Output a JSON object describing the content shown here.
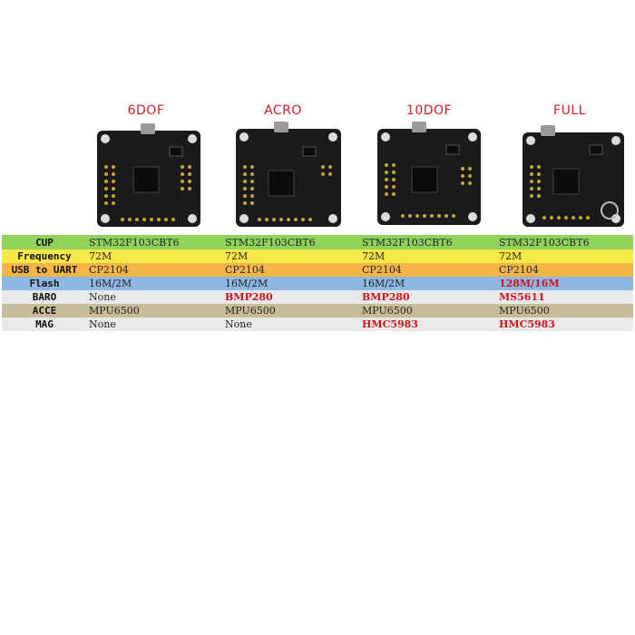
{
  "variants": [
    "6DOF",
    "ACRO",
    "10DOF",
    "FULL"
  ],
  "table": {
    "rows": [
      {
        "label": "CUP",
        "cells": [
          "STM32F103CBT6",
          "STM32F103CBT6",
          "STM32F103CBT6",
          "STM32F103CBT6"
        ],
        "highlight": [
          false,
          false,
          false,
          false
        ]
      },
      {
        "label": "Frequency",
        "cells": [
          "72M",
          "72M",
          "72M",
          "72M"
        ],
        "highlight": [
          false,
          false,
          false,
          false
        ]
      },
      {
        "label": "USB to UART",
        "cells": [
          "CP2104",
          "CP2104",
          "CP2104",
          "CP2104"
        ],
        "highlight": [
          false,
          false,
          false,
          false
        ]
      },
      {
        "label": "Flash",
        "cells": [
          "16M/2M",
          "16M/2M",
          "16M/2M",
          "128M/16M"
        ],
        "highlight": [
          false,
          false,
          false,
          true
        ]
      },
      {
        "label": "BARO",
        "cells": [
          "None",
          "BMP280",
          "BMP280",
          "MS5611"
        ],
        "highlight": [
          false,
          true,
          true,
          true
        ]
      },
      {
        "label": "ACCE",
        "cells": [
          "MPU6500",
          "MPU6500",
          "MPU6500",
          "MPU6500"
        ],
        "highlight": [
          false,
          false,
          false,
          false
        ]
      },
      {
        "label": "MAG",
        "cells": [
          "None",
          "None",
          "HMC5983",
          "HMC5983"
        ],
        "highlight": [
          false,
          false,
          true,
          true
        ]
      }
    ]
  },
  "colors": {
    "title_red": "#d21e2a",
    "highlight_red": "#d0121b",
    "row_cup": "#8fd35a",
    "row_frequency": "#f7e84a",
    "row_usb": "#f3b646",
    "row_flash": "#8fb7e3",
    "row_baro": "#e9e9e9",
    "row_acce": "#c6bd98",
    "row_mag": "#e9e9e9"
  }
}
